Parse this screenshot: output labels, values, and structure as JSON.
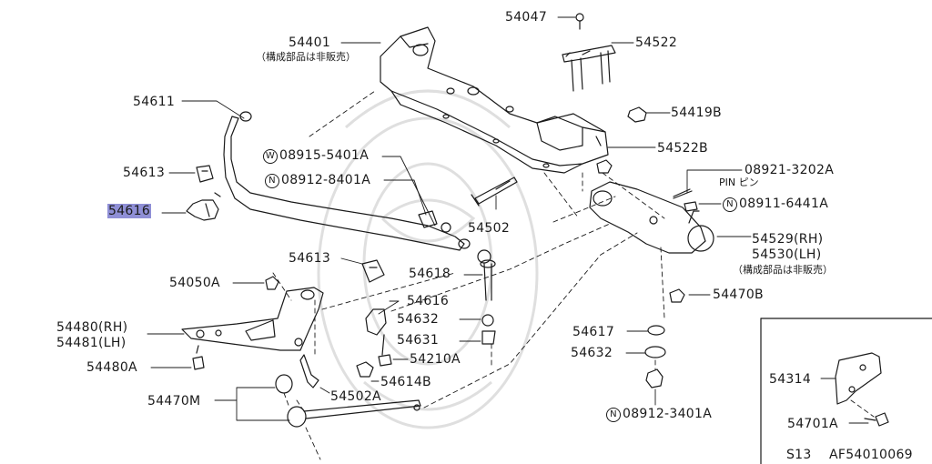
{
  "callouts": {
    "c54047": "54047",
    "c54522": "54522",
    "c54401": "54401",
    "c54401_note": "（構成部品は非販売）",
    "c54419b": "54419B",
    "c54611": "54611",
    "c54522b": "54522B",
    "c08921": "08921-3202A",
    "c08921_note": "PIN ピン",
    "c08915": "08915-5401A",
    "c08915_prefix": "W",
    "c08912a": "08912-8401A",
    "c08912a_prefix": "N",
    "c54613a": "54613",
    "c54616a": "54616",
    "c08911": "08911-6441A",
    "c08911_prefix": "N",
    "c54502": "54502",
    "c54529": "54529(RH)",
    "c54530": "54530(LH)",
    "c54530_note": "（構成部品は非販売）",
    "c54613b": "54613",
    "c54618": "54618",
    "c54050a": "54050A",
    "c54616b": "54616",
    "c54470b": "54470B",
    "c54480": "54480(RH)",
    "c54481": "54481(LH)",
    "c54632a": "54632",
    "c54631": "54631",
    "c54617": "54617",
    "c54210a": "54210A",
    "c54632b": "54632",
    "c54480a": "54480A",
    "c54614b": "54614B",
    "c54502a": "54502A",
    "c54470m": "54470M",
    "c08912b": "08912-3401A",
    "c08912b_prefix": "N",
    "c54314": "54314",
    "c54701a": "54701A"
  },
  "footer": {
    "model": "S13",
    "code": "AF54010069"
  },
  "colors": {
    "line": "#1a1a1a",
    "highlight": "#8f8fd6",
    "watermark": "#dcdcdc"
  }
}
